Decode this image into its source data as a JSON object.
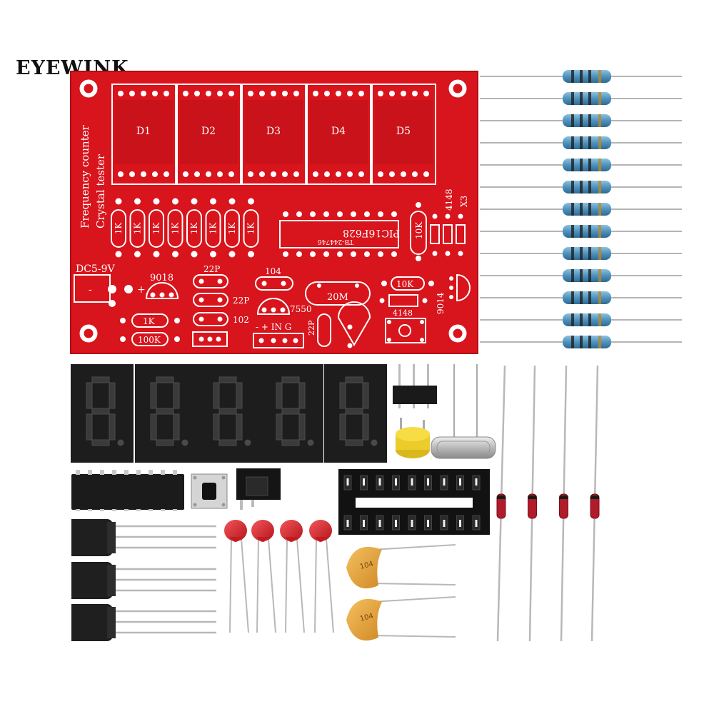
{
  "brand": "EYEWINK",
  "colors": {
    "pcb_red": "#d8141c",
    "pcb_dark": "#a80d12",
    "silkscreen": "#ffffff",
    "display_body": "#1d1d1d",
    "resistor_body": "#5a9fc8",
    "capacitor_red": "#e0292c",
    "crystal_cap": "#e7a23a",
    "diode_red": "#b01c2a"
  },
  "pcb": {
    "title_line1": "Frequency counter",
    "title_line2": "Crystal tester",
    "displays": [
      "D1",
      "D2",
      "D3",
      "D4",
      "D5"
    ],
    "resistors_1k": [
      "1K",
      "1K",
      "1K",
      "1K",
      "1K",
      "1K",
      "1K",
      "1K"
    ],
    "ic_label": "PIC16F628",
    "ic_sub": "TB-244746",
    "r_10k_vert": "10K",
    "diode_4148": "4148",
    "x3": "X3",
    "dc_label": "DC5-9V",
    "minus": "-",
    "plus": "+",
    "t9018": "9018",
    "c22p_top": "22P",
    "c22p_mid": "22P",
    "c102": "102",
    "c104": "104",
    "t7550": "7550",
    "crystal_20m": "20M",
    "r_10k": "10K",
    "d4148_b": "4148",
    "t9014": "9014",
    "r1k": "1K",
    "r100k": "100K",
    "ing": "- + IN G",
    "c22p_vert": "22P"
  },
  "parts": {
    "resistor_count": 13,
    "segment_display_count": 5,
    "diode_count": 4,
    "ceramic_cap_count": 4,
    "disc_cap_count": 2,
    "transistor_count": 3,
    "cap_label": "104"
  }
}
